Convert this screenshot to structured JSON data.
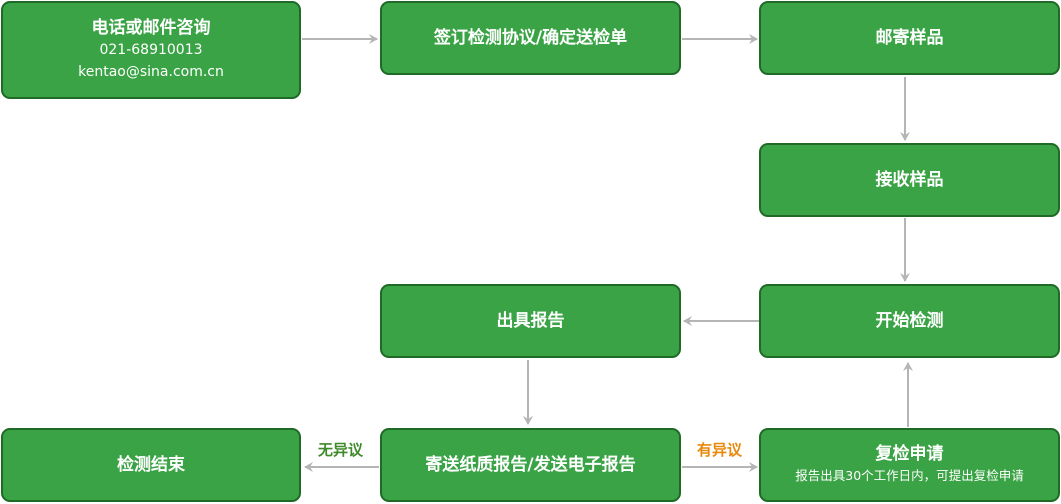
{
  "colors": {
    "box_fill": "#3aa345",
    "box_border": "#1f6a26",
    "box_text": "#ffffff",
    "arrow": "#b5b5b5",
    "label_no_objection": "#3f8a2a",
    "label_objection": "#e8890c"
  },
  "nodes": {
    "consult": {
      "title": "电话或邮件咨询",
      "phone": "021-68910013",
      "email": "kentao@sina.com.cn"
    },
    "sign": {
      "title": "签订检测协议/确定送检单"
    },
    "mail": {
      "title": "邮寄样品"
    },
    "receive": {
      "title": "接收样品"
    },
    "test": {
      "title": "开始检测"
    },
    "report": {
      "title": "出具报告"
    },
    "send": {
      "title": "寄送纸质报告/发送电子报告"
    },
    "end": {
      "title": "检测结束"
    },
    "recheck": {
      "title": "复检申请",
      "note": "报告出具30个工作日内，可提出复检申请"
    }
  },
  "edge_labels": {
    "no_objection": "无异议",
    "objection": "有异议"
  }
}
